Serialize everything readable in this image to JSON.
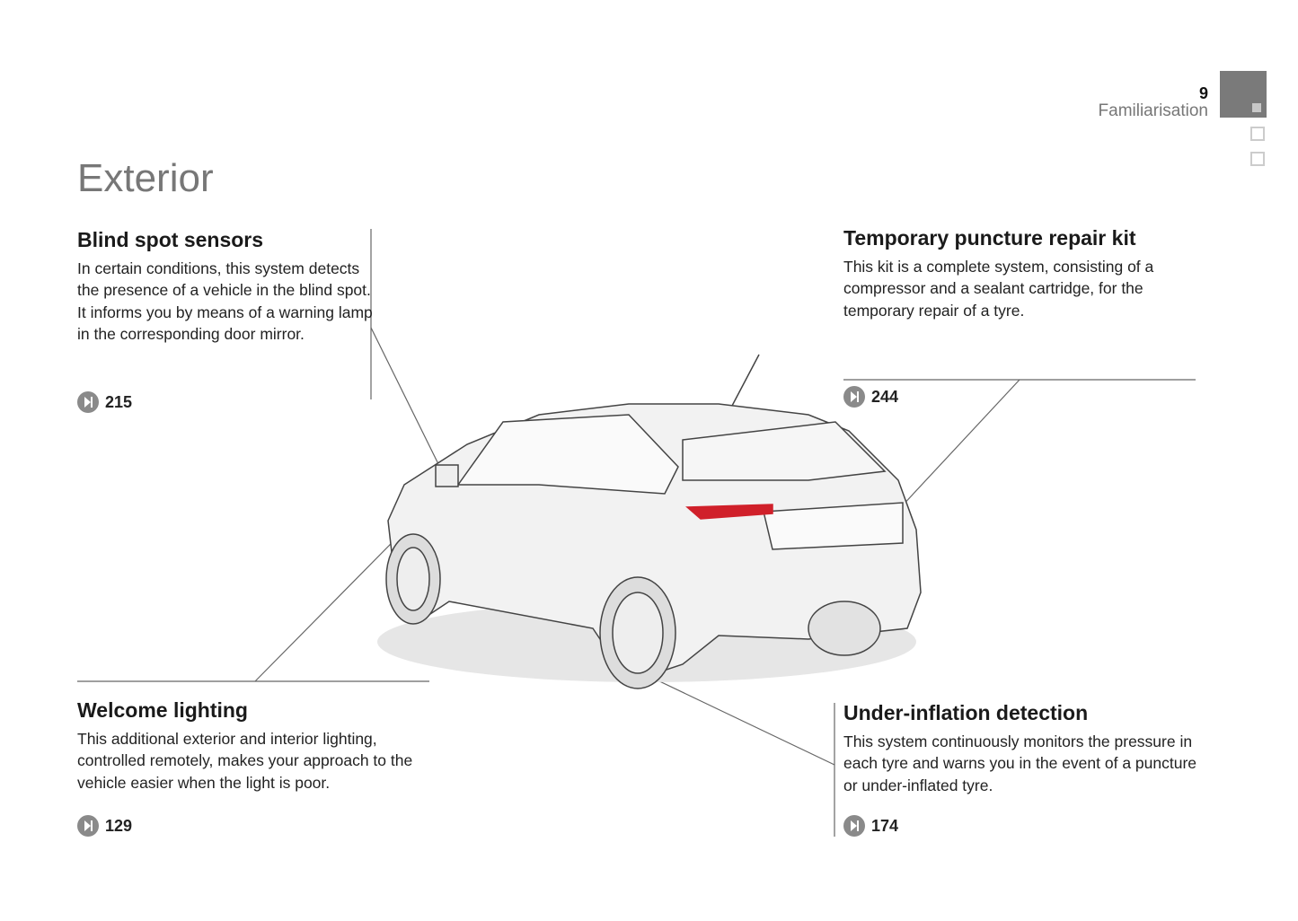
{
  "header": {
    "page_number": "9",
    "chapter": "Familiarisation"
  },
  "title": "Exterior",
  "sections": [
    {
      "heading": "Blind spot sensors",
      "body": "In certain conditions, this system detects the presence of a vehicle in the blind spot. It informs you by means of a warning lamp in the corresponding door mirror.",
      "page_ref": "215"
    },
    {
      "heading": "Temporary puncture repair kit",
      "body": "This kit is a complete system, consisting of a compressor and a sealant cartridge, for the temporary repair of a tyre.",
      "page_ref": "244"
    },
    {
      "heading": "Welcome lighting",
      "body": "This additional exterior and interior lighting, controlled remotely, makes your approach to the vehicle easier when the light is poor.",
      "page_ref": "129"
    },
    {
      "heading": "Under-inflation detection",
      "body": "This system continuously monitors the pressure in each tyre and warns you in the event of a puncture or under-inflated tyre.",
      "page_ref": "174"
    }
  ],
  "colors": {
    "accent_tab": "#7a7a7a",
    "taillight": "#d0202a"
  }
}
